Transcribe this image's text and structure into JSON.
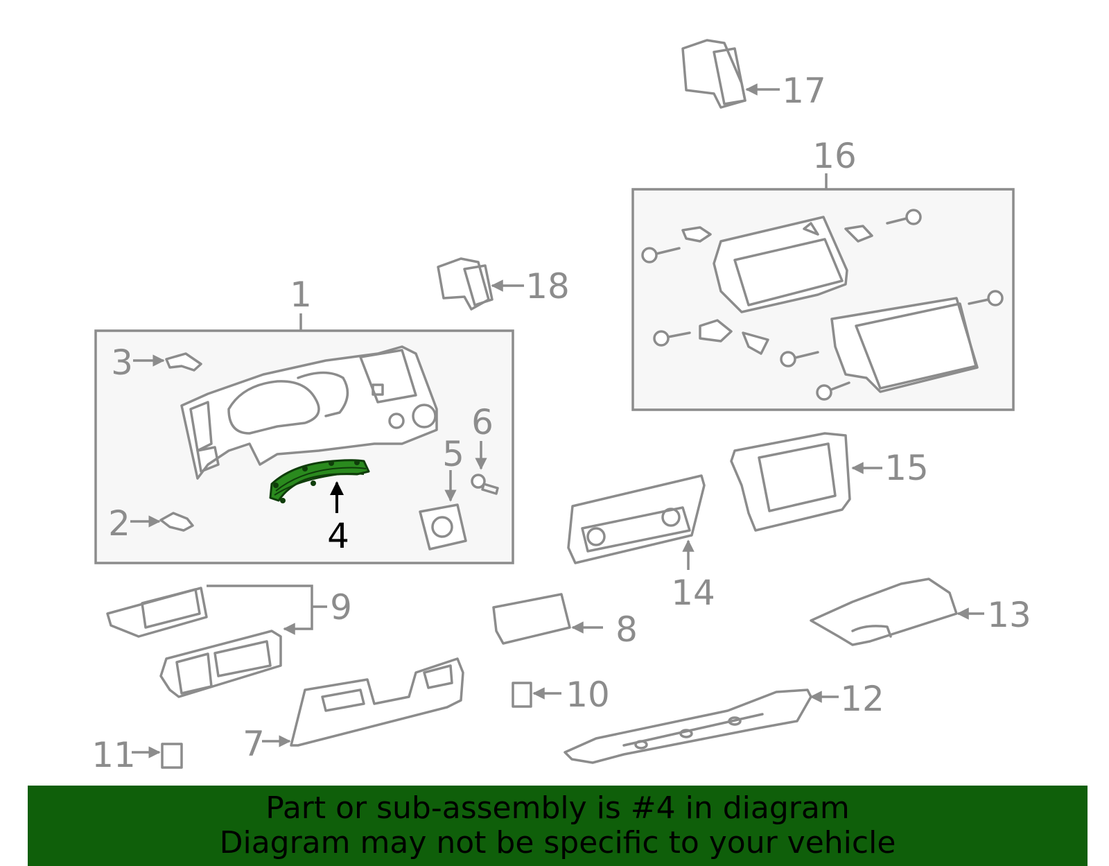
{
  "diagram": {
    "callouts": [
      "1",
      "2",
      "3",
      "4",
      "5",
      "6",
      "7",
      "8",
      "9",
      "10",
      "11",
      "12",
      "13",
      "14",
      "15",
      "16",
      "17",
      "18"
    ],
    "highlighted_callout": "4",
    "highlight_color": "#2a8a1e",
    "part_line_color": "#8c8c8c"
  },
  "banner": {
    "line1": "Part or sub-assembly is #4 in diagram",
    "line2": "Diagram may not be specific to your vehicle",
    "background": "#0f5f0a"
  }
}
